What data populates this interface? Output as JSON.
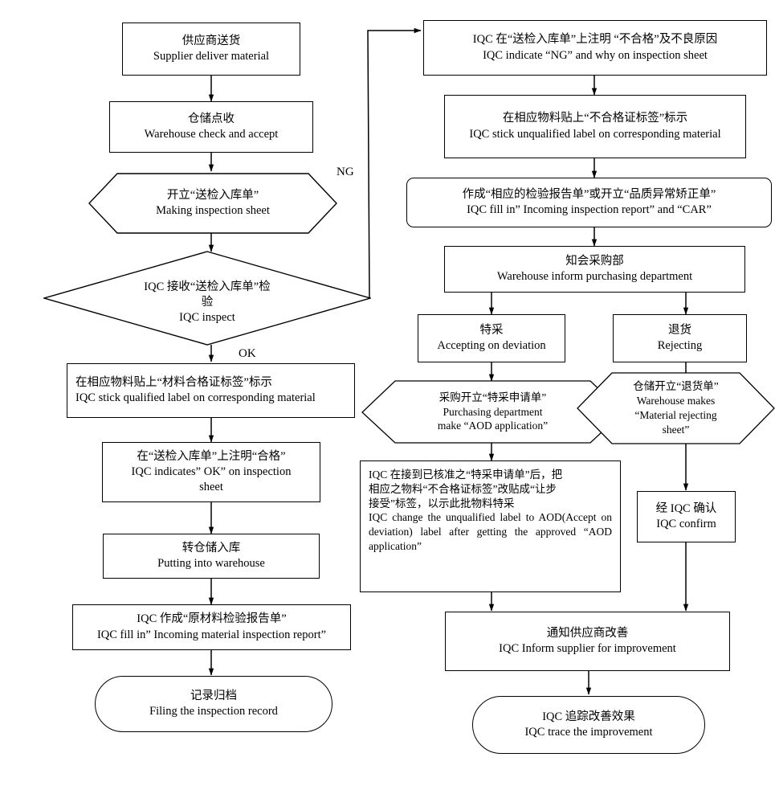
{
  "title": "IQC Incoming Material Inspection Flowchart",
  "colors": {
    "line": "#000000",
    "fill": "#ffffff",
    "text": "#000000"
  },
  "nodes": {
    "supplier_deliver": {
      "cn": "供应商送货",
      "en": "Supplier deliver material",
      "shape": "rect"
    },
    "warehouse_check": {
      "cn": "仓储点收",
      "en": "Warehouse check and accept",
      "shape": "rect"
    },
    "making_sheet": {
      "cn": "开立“送检入库单”",
      "en": "Making inspection sheet",
      "shape": "hexagon"
    },
    "iqc_inspect": {
      "cn1": "IQC 接收“送检入库单”检",
      "cn2": "验",
      "en": "IQC inspect",
      "shape": "diamond"
    },
    "stick_qualified": {
      "cn": "在相应物料贴上“材料合格证标签”标示",
      "en": "IQC stick qualified label on corresponding material",
      "shape": "rect"
    },
    "indicate_ok": {
      "cn": "在“送检入库单”上注明“合格”",
      "en1": "IQC indicates” OK” on inspection",
      "en2": "sheet",
      "shape": "rect"
    },
    "put_warehouse": {
      "cn": "转仓储入库",
      "en": "Putting into warehouse",
      "shape": "rect"
    },
    "fill_incoming_report": {
      "cn": "IQC 作成“原材料检验报告单”",
      "en": "IQC fill in” Incoming material inspection report”",
      "shape": "rect"
    },
    "filing_record": {
      "cn": "记录归档",
      "en": "Filing the inspection record",
      "shape": "stadium"
    },
    "indicate_ng": {
      "cn": "IQC 在“送检入库单”上注明 “不合格”及不良原因",
      "en": "IQC indicate “NG” and why on inspection sheet",
      "shape": "rect"
    },
    "stick_unqualified": {
      "cn": "在相应物料贴上“不合格证标签”标示",
      "en": "IQC stick unqualified label on corresponding material",
      "shape": "rect"
    },
    "fill_car": {
      "cn": "作成“相应的检验报告单”或开立“品质异常矫正单”",
      "en": "IQC fill in” Incoming inspection report” and “CAR”",
      "shape": "rounded-rect"
    },
    "inform_purchasing": {
      "cn": "知会采购部",
      "en": "Warehouse inform purchasing department",
      "shape": "rect"
    },
    "accept_deviation": {
      "cn": "特采",
      "en": "Accepting on deviation",
      "shape": "rect"
    },
    "rejecting": {
      "cn": "退货",
      "en": "Rejecting",
      "shape": "rect"
    },
    "aod_application": {
      "cn": "采购开立“特采申请单”",
      "en1": "Purchasing department",
      "en2": "make “AOD application”",
      "shape": "hexagon"
    },
    "rejecting_sheet": {
      "cn": "仓储开立“退货单”",
      "en1": "Warehouse makes",
      "en2": "“Material rejecting",
      "en3": "sheet”",
      "shape": "hexagon"
    },
    "change_label": {
      "cn1": "IQC 在接到已核准之“特采申请单”后，把",
      "cn2": "相应之物料“不合格证标签”改贴成“让步",
      "cn3": "接受”标签，以示此批物料特采",
      "en": "IQC change the unqualified label to AOD(Accept on deviation) label after getting the approved “AOD application”",
      "shape": "rect"
    },
    "iqc_confirm": {
      "cn": "经 IQC 确认",
      "en": "IQC confirm",
      "shape": "rect"
    },
    "inform_supplier": {
      "cn": "通知供应商改善",
      "en": "IQC Inform supplier for improvement",
      "shape": "rect"
    },
    "trace_improvement": {
      "cn": "IQC 追踪改善效果",
      "en": "IQC trace the improvement",
      "shape": "stadium"
    }
  },
  "edge_labels": {
    "ng": "NG",
    "ok": "OK"
  }
}
